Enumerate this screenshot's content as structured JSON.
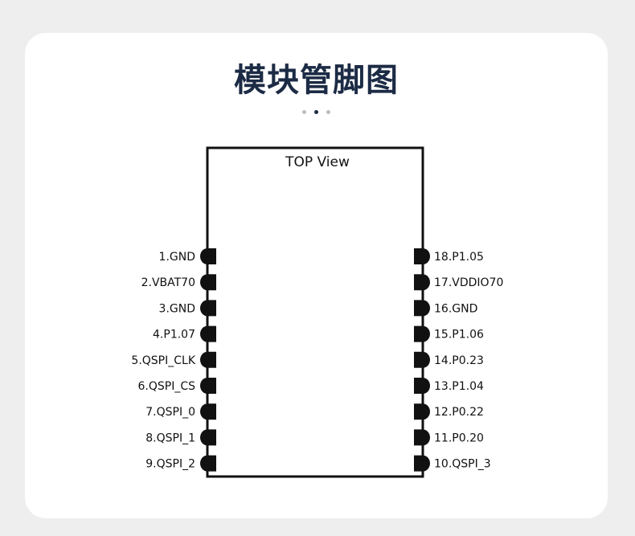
{
  "title": "模块管脚图",
  "carousel": {
    "count": 3,
    "active": 1
  },
  "diagram": {
    "view_label": "TOP View",
    "left_pins": [
      "1.GND",
      "2.VBAT70",
      "3.GND",
      "4.P1.07",
      "5.QSPI_CLK",
      "6.QSPI_CS",
      "7.QSPI_0",
      "8.QSPI_1",
      "9.QSPI_2"
    ],
    "right_pins": [
      "18.P1.05",
      "17.VDDIO70",
      "16.GND",
      "15.P1.06",
      "14.P0.23",
      "13.P1.04",
      "12.P0.22",
      "11.P0.20",
      "10.QSPI_3"
    ]
  },
  "colors": {
    "title": "#1c2b45",
    "background": "#eeeeee",
    "card": "#ffffff",
    "pin": "#111111"
  }
}
